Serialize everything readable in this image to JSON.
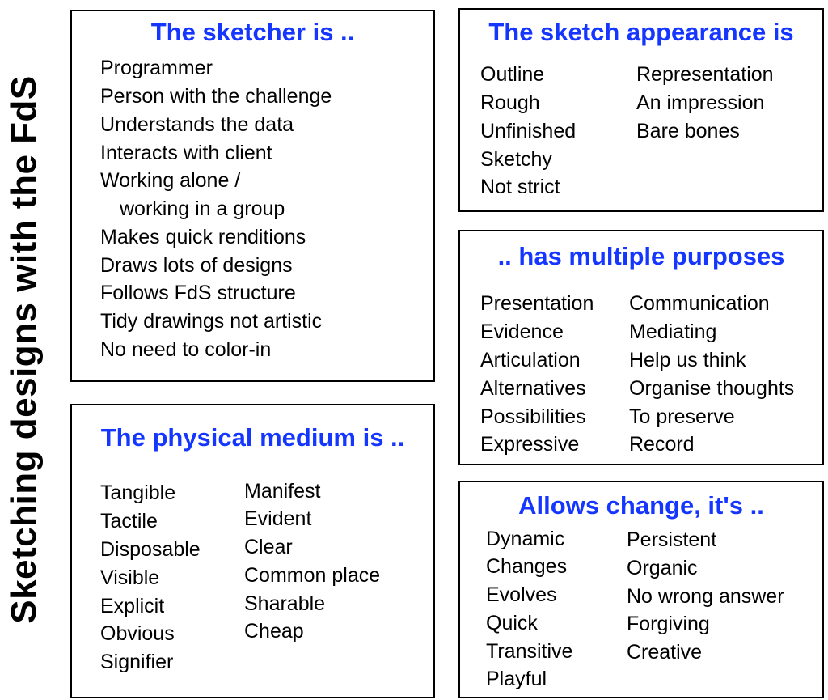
{
  "side_title": "Sketching designs with the FdS",
  "boxes": {
    "sketcher": {
      "title": "The sketcher is ..",
      "items": [
        "Programmer",
        "Person with the challenge",
        "Understands the data",
        "Interacts with client",
        "Working alone /",
        "working in a group",
        "Makes quick renditions",
        "Draws lots of designs",
        "Follows FdS structure",
        "Tidy drawings not artistic",
        "No need to color-in"
      ]
    },
    "appearance": {
      "title": "The sketch appearance is",
      "col1": [
        "Outline",
        "Rough",
        "Unfinished",
        "Sketchy",
        "Not strict"
      ],
      "col2": [
        "Representation",
        "An impression",
        "Bare bones"
      ]
    },
    "purposes": {
      "title": ".. has multiple purposes",
      "col1": [
        "Presentation",
        "Evidence",
        "Articulation",
        "Alternatives",
        "Possibilities",
        "Expressive"
      ],
      "col2": [
        "Communication",
        "Mediating",
        "Help us think",
        "Organise thoughts",
        "To preserve",
        "Record"
      ]
    },
    "medium": {
      "title": "The physical medium is ..",
      "col1": [
        "Tangible",
        "Tactile",
        "Disposable",
        "Visible",
        "Explicit",
        "Obvious",
        "Signifier"
      ],
      "col2": [
        "Manifest",
        "Evident",
        "Clear",
        "Common place",
        "Sharable",
        "Cheap"
      ]
    },
    "change": {
      "title": "Allows change, it's ..",
      "col1": [
        "Dynamic",
        "Changes",
        "Evolves",
        "Quick",
        "Transitive",
        "Playful"
      ],
      "col2": [
        "Persistent",
        "Organic",
        "No wrong answer",
        "Forgiving",
        "Creative"
      ]
    }
  }
}
